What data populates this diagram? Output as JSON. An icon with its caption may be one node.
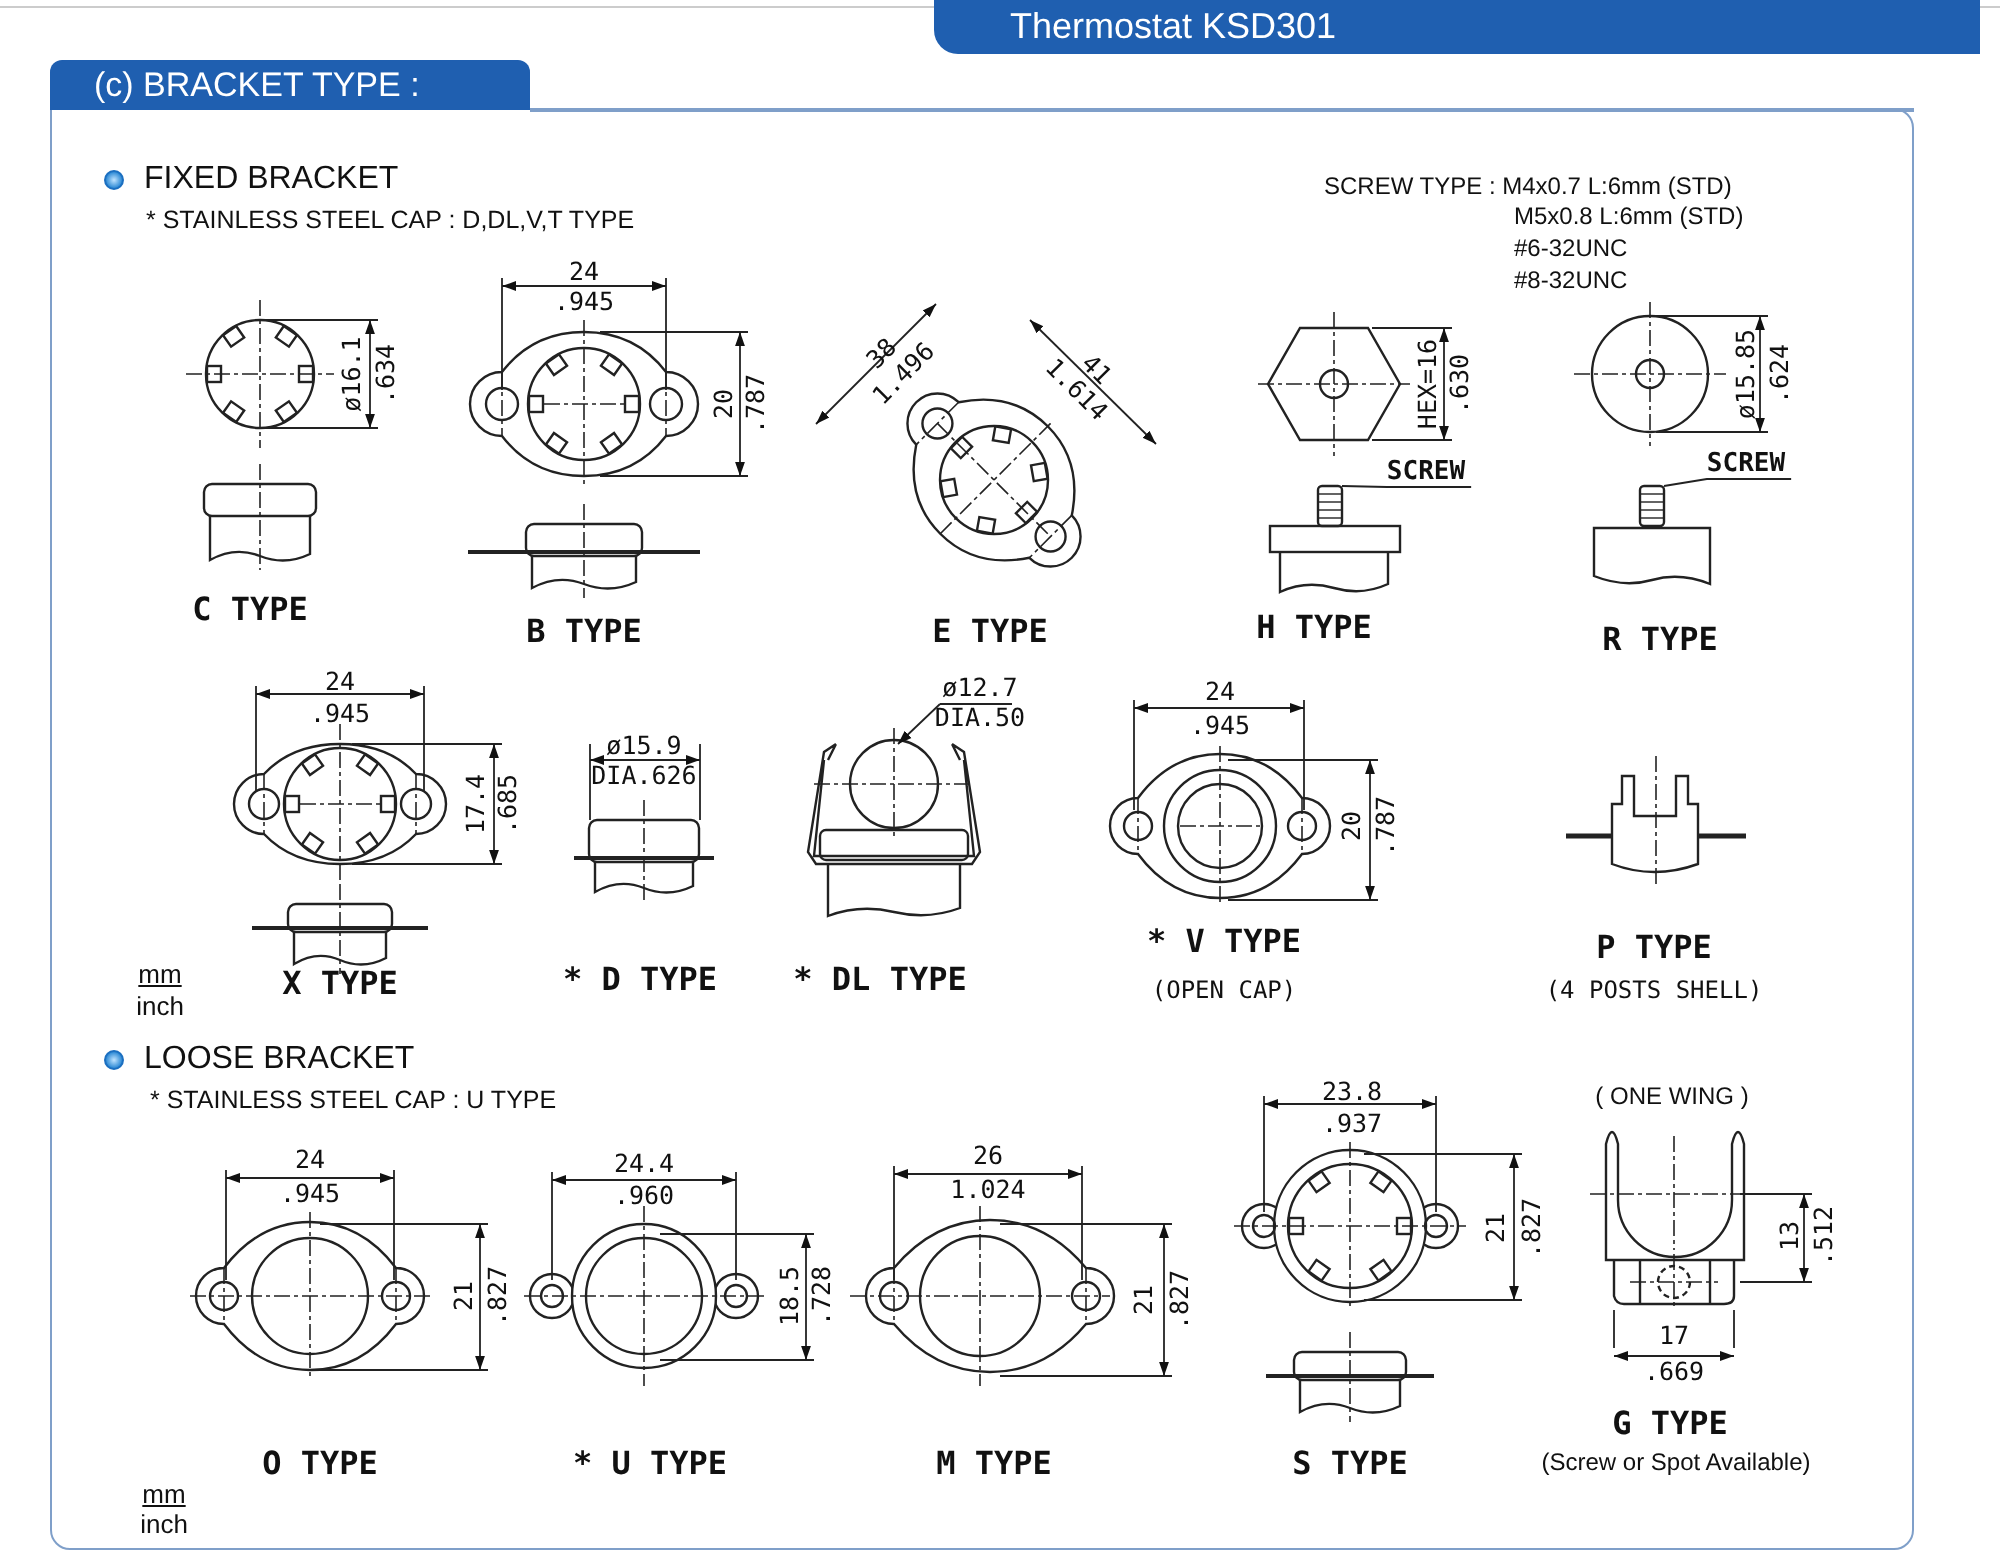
{
  "diagram": {
    "title": "Thermostat KSD301",
    "nodes": [
      {
        "text": [
          "SCREW"
        ]
      },
      {
        "text": [],
        "shape": "picture"
      },
      {
        "text": [
          "SCREW"
        ]
      },
      {
        "text": [],
        "shape": "picture"
      }
    ],
    "edges": [
      {
        "from": 0,
        "to": 1,
        "arrow": "none"
      },
      {
        "from": 2,
        "to": 3,
        "arrow": "none"
      }
    ],
    "labels": [
      "(c) BRACKET TYPE :",
      "FIXED BRACKET",
      "* STAINLESS STEEL CAP : D,DL,V,T TYPE",
      "SCREW TYPE : M4x0.7  L:6mm (STD)",
      "M5x0.8  L:6mm (STD)",
      "#6-32UNC",
      "#8-32UNC",
      "ø16.1",
      ".634",
      "C TYPE",
      "24",
      ".945",
      "20",
      ".787",
      "B TYPE",
      "38",
      "1.496",
      "41",
      "1.614",
      "E TYPE",
      "HEX=16",
      ".630",
      "H TYPE",
      "ø15.85",
      ".624",
      "R TYPE",
      "24",
      ".945",
      "17.4",
      ".685",
      "mm",
      "inch",
      "X TYPE",
      "ø15.9",
      "DIA.626",
      "* D TYPE",
      "ø12.7",
      "DIA.50",
      "* DL TYPE",
      "24",
      ".945",
      "20",
      ".787",
      "* V TYPE",
      "(OPEN CAP)",
      "P TYPE",
      "(4 POSTS SHELL)",
      "LOOSE BRACKET",
      "* STAINLESS STEEL CAP : U TYPE",
      "24",
      ".945",
      "21",
      ".827",
      "O TYPE",
      "24.4",
      ".960",
      "18.5",
      ".728",
      "* U TYPE",
      "26",
      "1.024",
      "21",
      ".827",
      "M TYPE",
      "23.8",
      ".937",
      "21",
      ".827",
      "S TYPE",
      "( ONE WING )",
      "13",
      ".512",
      "17",
      ".669",
      "G TYPE",
      "(Screw or Spot Available)",
      "mm",
      "inch"
    ]
  }
}
